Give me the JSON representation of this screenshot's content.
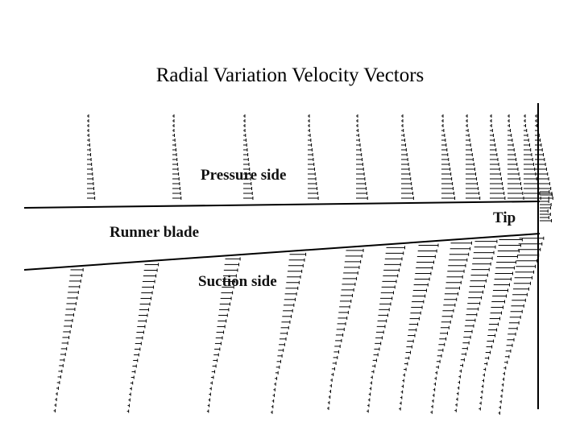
{
  "slide": {
    "title": "Radial Variation Velocity Vectors"
  },
  "figure": {
    "labels": {
      "pressure_side": "Pressure side",
      "runner_blade": "Runner blade",
      "tip": "Tip",
      "suction_side": "Suction side"
    },
    "colors": {
      "ink": "#000000",
      "background": "#ffffff",
      "label_halo": "#ffffff"
    }
  }
}
